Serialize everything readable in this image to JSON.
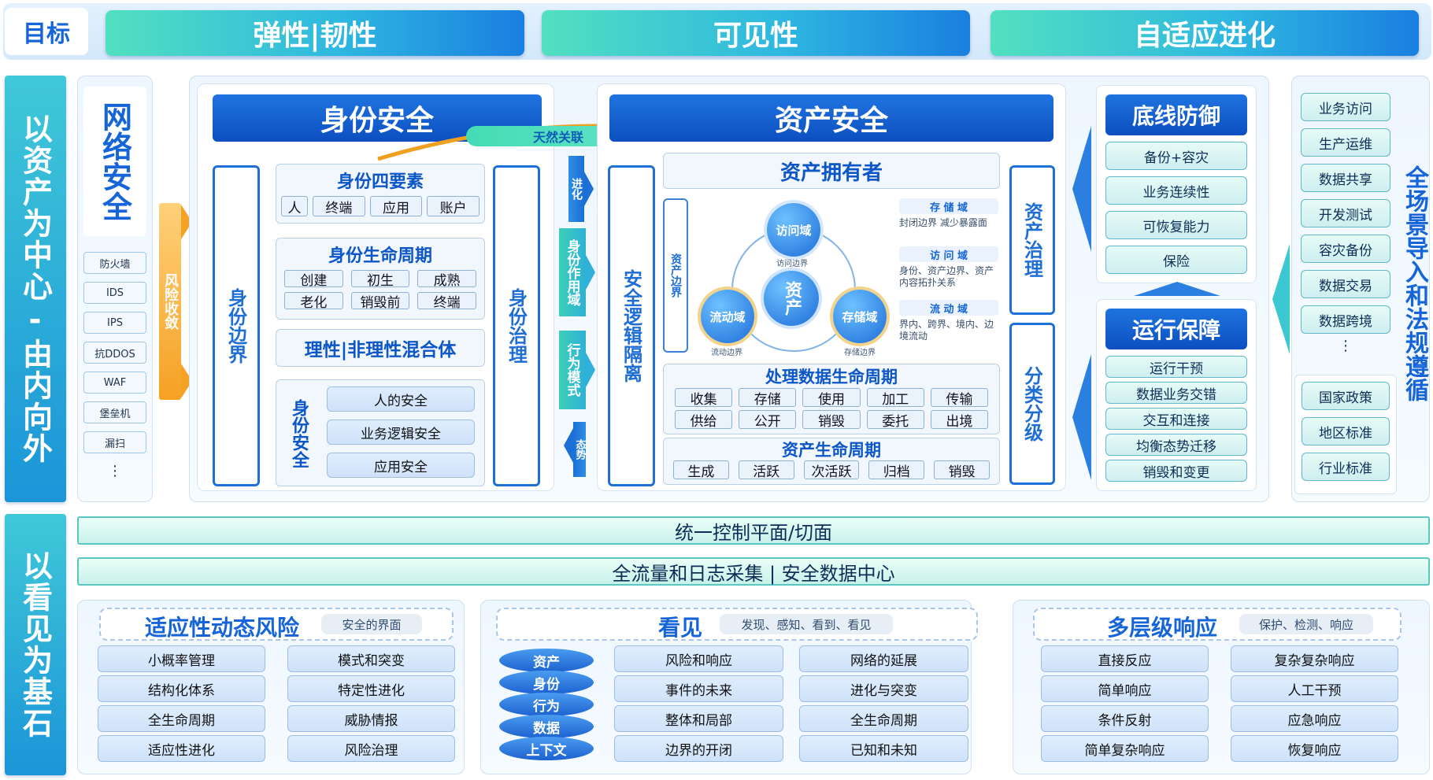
{
  "top": {
    "label": "目标",
    "goals": [
      "弹性|韧性",
      "可见性",
      "自适应进化"
    ]
  },
  "left_side": {
    "upper": "以资产为中心-由内向外",
    "lower": "以看见为基石"
  },
  "network": {
    "title": "网络安全",
    "items": [
      "防火墙",
      "IDS",
      "IPS",
      "抗DDOS",
      "WAF",
      "堡垒机",
      "漏扫",
      "⋮"
    ],
    "risk_label": "风险收敛"
  },
  "identity": {
    "title": "身份安全",
    "boundary": "身份边界",
    "governance": "身份治理",
    "four_elements": {
      "title": "身份四要素",
      "items": [
        "人",
        "终端",
        "应用",
        "账户"
      ]
    },
    "lifecycle": {
      "title": "身份生命周期",
      "items": [
        "创建",
        "初生",
        "成熟",
        "老化",
        "销毁前",
        "终端"
      ]
    },
    "hybrid": "理性|非理性混合体",
    "security": {
      "title": "身份安全",
      "items": [
        "人的安全",
        "业务逻辑安全",
        "应用安全"
      ]
    }
  },
  "relation_label": "天然关联",
  "middle_arrows": {
    "evolve": "进化",
    "scope": "身份作用域",
    "behavior": "行为模式",
    "trend": "态势"
  },
  "asset": {
    "title": "资产安全",
    "isolation": "安全逻辑隔离",
    "owner": "资产拥有者",
    "boundary": "资产边界",
    "center": "资产",
    "circles": {
      "access": {
        "label": "访问域",
        "sub": "访问边界"
      },
      "flow": {
        "label": "流动域",
        "sub": "流动边界"
      },
      "storage": {
        "label": "存储域",
        "sub": "存储边界"
      }
    },
    "domains": [
      {
        "title": "存 储 域",
        "desc": "封闭边界 减少暴露面"
      },
      {
        "title": "访 问 域",
        "desc": "身份、资产边界、资产内容拓扑关系"
      },
      {
        "title": "流 动 域",
        "desc": "界内、跨界、境内、边境流动"
      }
    ],
    "data_lifecycle": {
      "title": "处理数据生命周期",
      "items": [
        "收集",
        "存储",
        "使用",
        "加工",
        "传输",
        "供给",
        "公开",
        "销毁",
        "委托",
        "出境"
      ]
    },
    "asset_lifecycle": {
      "title": "资产生命周期",
      "items": [
        "生成",
        "活跃",
        "次活跃",
        "归档",
        "销毁"
      ]
    },
    "governance": "资产治理",
    "classification": "分类分级"
  },
  "baseline": {
    "title": "底线防御",
    "items": [
      "备份+容灾",
      "业务连续性",
      "可恢复能力",
      "保险"
    ]
  },
  "operation": {
    "title": "运行保障",
    "items": [
      "运行干预",
      "数据业务交错",
      "交互和连接",
      "均衡态势迁移",
      "销毁和变更"
    ]
  },
  "scenarios": {
    "items": [
      "业务访问",
      "生产运维",
      "数据共享",
      "开发测试",
      "容灾备份",
      "数据交易",
      "数据跨境",
      "⋮"
    ],
    "regulations": [
      "国家政策",
      "地区标准",
      "行业标准"
    ],
    "side_label": "全场景导入和法规遵循"
  },
  "control_plane": "统一控制平面/切面",
  "data_center": "全流量和日志采集 | 安全数据中心",
  "adaptive": {
    "title": "适应性动态风险",
    "tag": "安全的界面",
    "items": [
      "小概率管理",
      "模式和突变",
      "结构化体系",
      "特定性进化",
      "全生命周期",
      "威胁情报",
      "适应性进化",
      "风险治理"
    ]
  },
  "visibility": {
    "title": "看见",
    "tag": "发现、感知、看到、看见",
    "stack": [
      "资产",
      "身份",
      "行为",
      "数据",
      "上下文"
    ],
    "items": [
      "风险和响应",
      "网络的延展",
      "事件的未来",
      "进化与突变",
      "整体和局部",
      "全生命周期",
      "边界的开闭",
      "已知和未知"
    ]
  },
  "response": {
    "title": "多层级响应",
    "tag": "保护、检测、响应",
    "items": [
      "直接反应",
      "复杂复杂响应",
      "简单响应",
      "人工干预",
      "条件反射",
      "应急响应",
      "简单复杂响应",
      "恢复响应"
    ]
  },
  "colors": {
    "navy": "#0d4fc0",
    "mint": "#52e0c0",
    "accent": "#1f74e0"
  }
}
